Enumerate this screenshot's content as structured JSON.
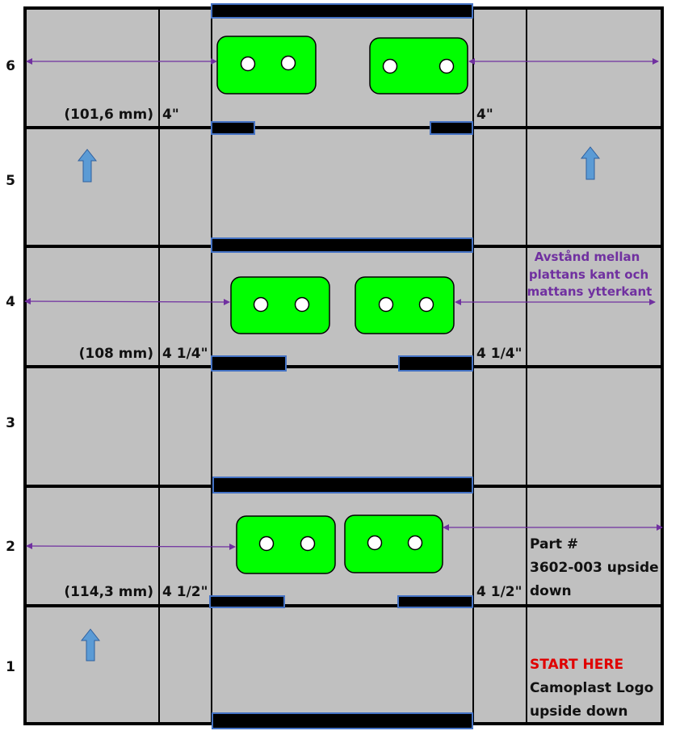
{
  "rows": [
    {
      "number": "6"
    },
    {
      "number": "5"
    },
    {
      "number": "4"
    },
    {
      "number": "3"
    },
    {
      "number": "2"
    },
    {
      "number": "1"
    }
  ],
  "measurements": [
    {
      "left_mm": "(101,6 mm)",
      "left_in": "4\"",
      "right_in": "4\""
    },
    {
      "left_mm": "(108 mm)",
      "left_in": "4 1/4\"",
      "right_in": "4 1/4\""
    },
    {
      "left_mm": "(114,3 mm)",
      "left_in": "4 1/2\"",
      "right_in": "4 1/2\""
    }
  ],
  "annotation": {
    "line1": "Avstånd mellan",
    "line2": "plattans kant och",
    "line3": "mattans ytterkant"
  },
  "part": {
    "line1": "Part #",
    "line2": "3602-003 upside",
    "line3": "down"
  },
  "start": {
    "line1": "START HERE",
    "line2": "Camoplast Logo",
    "line3": "upside down"
  },
  "colors": {
    "panel": "#c0c0c0",
    "plate": "#00ff00",
    "bar": "#000000",
    "bar_outline": "#4472c4",
    "arrow_purple": "#7030a0",
    "arrow_blue": "#5b9bd5",
    "start_text": "#e00000"
  },
  "icons": [
    "arrow-up-icon",
    "double-arrow-icon"
  ]
}
